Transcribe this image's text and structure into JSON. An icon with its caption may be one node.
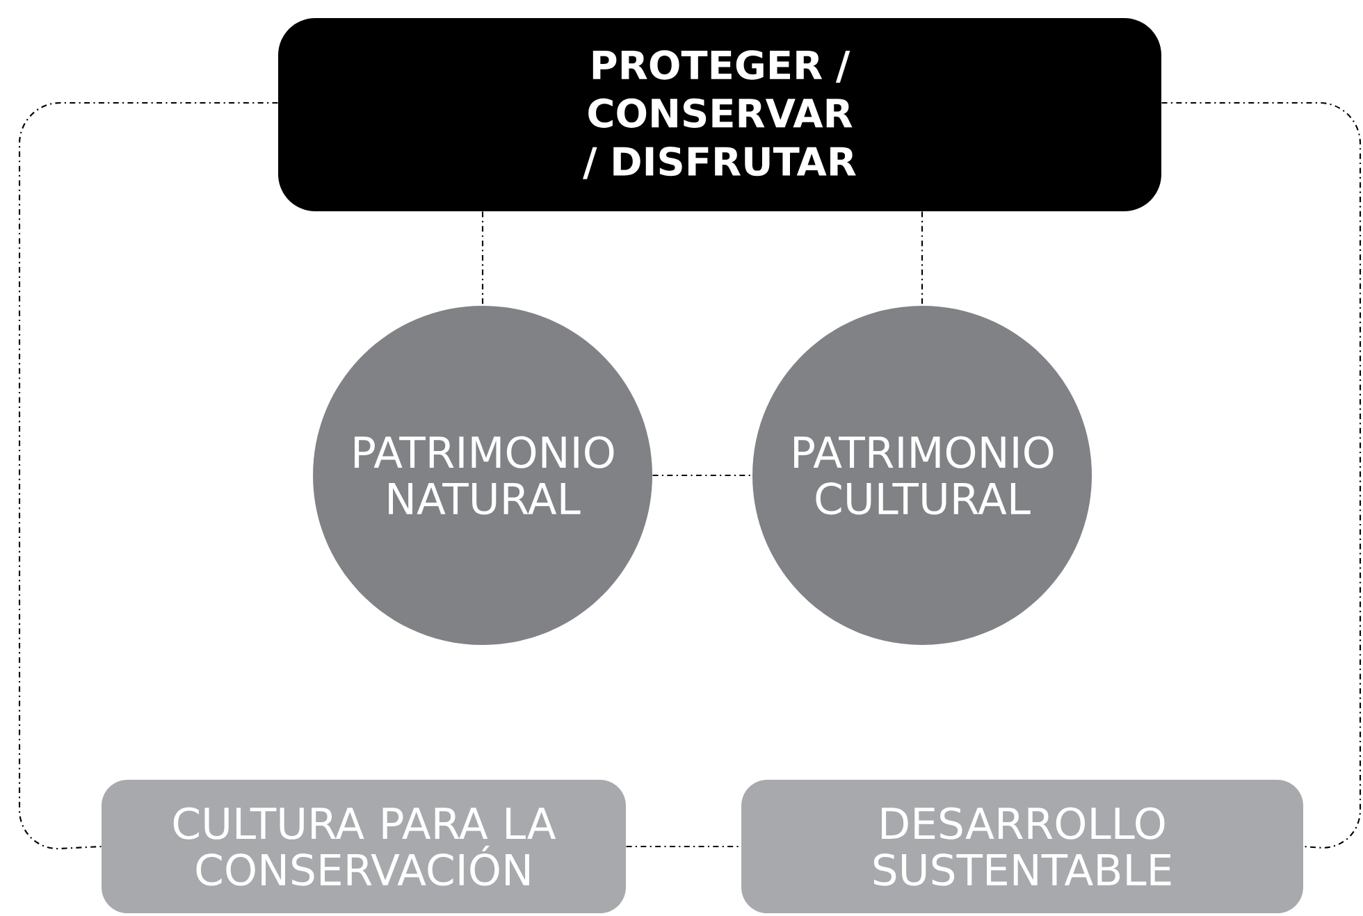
{
  "diagram": {
    "nodes": [
      {
        "text": [
          "PROTEGER / CONSERVAR / DISFRUTAR"
        ]
      },
      {
        "text": [
          "PATRIMONIO NATURAL"
        ]
      },
      {
        "text": [
          "PATRIMONIO CULTURAL"
        ]
      },
      {
        "text": [
          "CULTURA PARA LA CONSERVACIÓN"
        ]
      },
      {
        "text": [
          "DESARROLLO SUSTENTABLE"
        ]
      }
    ],
    "edges": [
      {
        "from": 0,
        "to": 1,
        "arrow": "none",
        "style": "dashed"
      },
      {
        "from": 0,
        "to": 2,
        "arrow": "none",
        "style": "dashed"
      },
      {
        "from": 1,
        "to": 2,
        "arrow": "none",
        "style": "dashed"
      },
      {
        "from": 0,
        "to": 3,
        "arrow": "none",
        "style": "dashed"
      },
      {
        "from": 3,
        "to": 4,
        "arrow": "none",
        "style": "dashed"
      },
      {
        "from": 0,
        "to": 4,
        "arrow": "none",
        "style": "dashed"
      }
    ]
  }
}
